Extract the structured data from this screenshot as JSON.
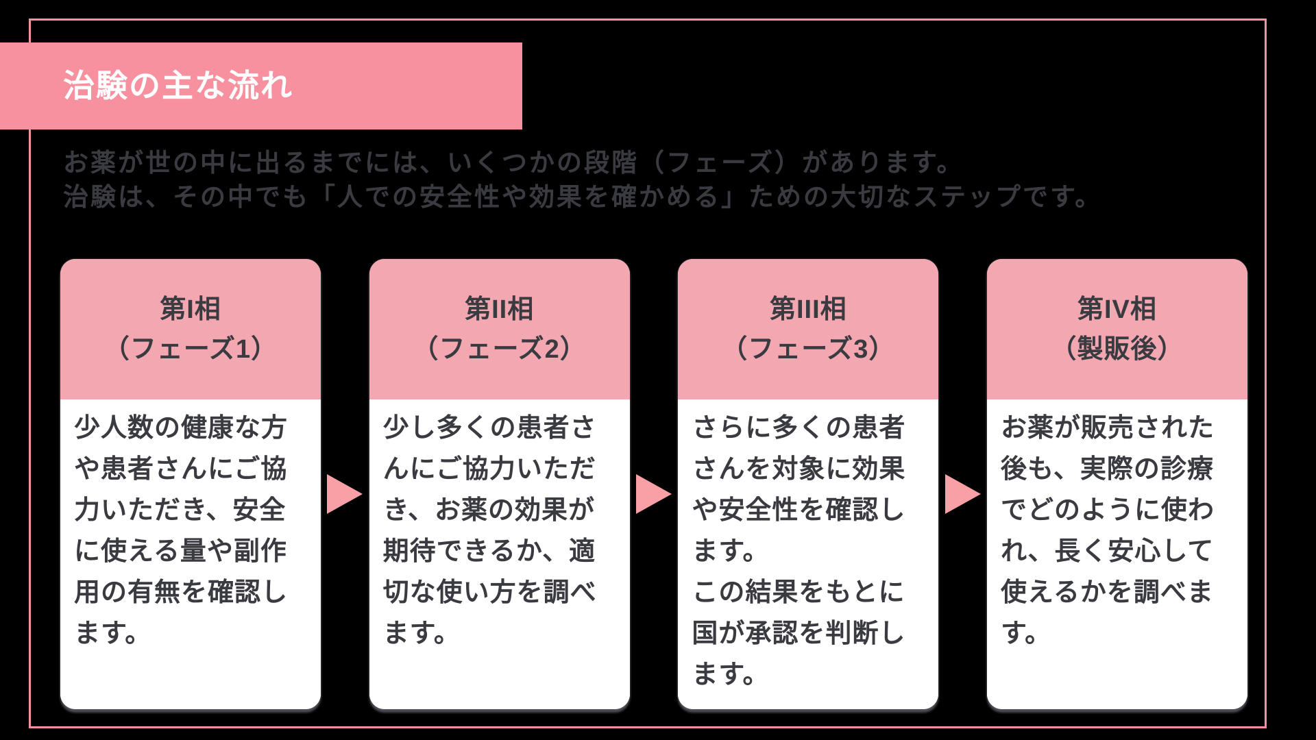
{
  "header": {
    "title": "治験の主な流れ",
    "intro": "お薬が世の中に出るまでには、いくつかの段階（フェーズ）があります。\n治験は、その中でも「人での安全性や効果を確かめる」ための大切なステップです。"
  },
  "phases": [
    {
      "title": "第I相\n（フェーズ1）",
      "body": "少人数の健康な方\nや患者さんにご協\n力いただき、安全\nに使える量や副作\n用の有無を確認し\nます。"
    },
    {
      "title": "第II相\n（フェーズ2）",
      "body": "少し多くの患者さ\nんにご協力いただ\nき、お薬の効果が\n期待できるか、適\n切な使い方を調べ\nます。"
    },
    {
      "title": "第III相\n（フェーズ3）",
      "body": "さらに多くの患者\nさんを対象に効果\nや安全性を確認し\nます。\nこの結果をもとに\n国が承認を判断し\nます。"
    },
    {
      "title": "第IV相\n（製販後）",
      "body": "お薬が販売された\n後も、実際の診療\nでどのように使わ\nれ、長く安心して\n使えるかを調べま\nす。"
    }
  ],
  "icons": {
    "phase_arrow": "right-triangle"
  },
  "colors": {
    "background": "#000000",
    "frame_pink": "#F8919F",
    "banner_pink": "#F8919F",
    "card_header_pink": "#F3A8B1",
    "arrow_pink": "#F9A0A7",
    "text_dark": "#3A3A41",
    "card_bg": "#FFFFFF",
    "title_text": "#FFFFFF"
  }
}
